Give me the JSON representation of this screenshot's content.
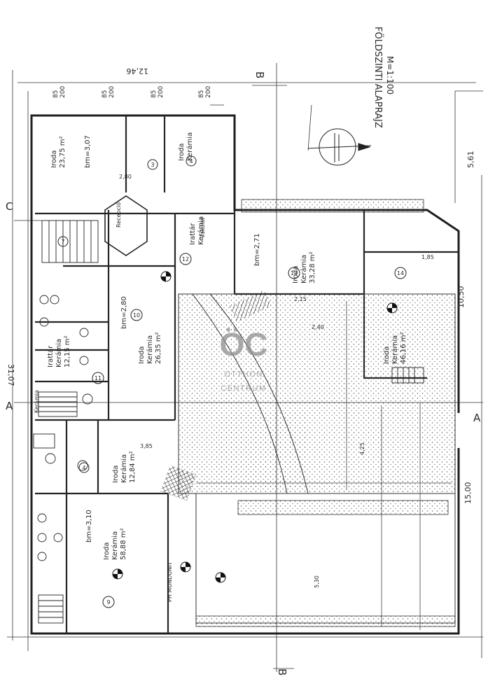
{
  "drawing": {
    "title": "FÖLDSZINTI ALAPRAJZ",
    "scale": "M=1:100",
    "overall_dims": {
      "width": "12,46",
      "length": "31,07",
      "right_length": "15,00",
      "right_width": "10,50",
      "right_total": "5,61"
    },
    "section_marks": [
      "A",
      "A",
      "B",
      "B",
      "C"
    ],
    "wall_dims_top": [
      "85",
      "200",
      "85",
      "200",
      "85",
      "200",
      "85",
      "200"
    ],
    "rooms": [
      {
        "num": "1",
        "name": "Iroda",
        "floor": "",
        "area": "23,75 m²",
        "extra": "bm=3,07"
      },
      {
        "num": "3",
        "name": "",
        "floor": "",
        "area": "",
        "extra": ""
      },
      {
        "num": "4",
        "name": "Iroda",
        "floor": "Kerámia",
        "area": "",
        "extra": ""
      },
      {
        "num": "7",
        "name": "",
        "floor": "",
        "area": "",
        "extra": ""
      },
      {
        "num": "10",
        "name": "Iroda",
        "floor": "Kerámia",
        "area": "26,35 m²",
        "extra": "bm=2,80"
      },
      {
        "num": "11",
        "name": "Irattár",
        "floor": "Kerámia",
        "area": "12,15 m²",
        "extra": ""
      },
      {
        "num": "12",
        "name": "Irattár",
        "floor": "Kerámia",
        "area": "",
        "extra": ""
      },
      {
        "num": "13",
        "name": "Iroda",
        "floor": "Kerámia",
        "area": "33,28 m²",
        "extra": "bm=2,71"
      },
      {
        "num": "14",
        "name": "Iroda",
        "floor": "Kerámia",
        "area": "46,16 m²",
        "extra": ""
      },
      {
        "num": "4",
        "name": "Iroda",
        "floor": "Kerámia",
        "area": "12,84 m²",
        "extra": ""
      },
      {
        "num": "9",
        "name": "Iroda",
        "floor": "Kerámia",
        "area": "58,88 m²",
        "extra": "bm=3,10"
      },
      {
        "num": "",
        "name": "Kerámia",
        "floor": "",
        "area": "",
        "extra": ""
      }
    ],
    "annotations": [
      "PH MUNDUNIT",
      "Recepció",
      "Vakolat",
      "2,80",
      "3,85",
      "5,30",
      "4,25",
      "2,40",
      "2,15",
      "1,85"
    ],
    "watermark": {
      "logo": "ÖC",
      "line1": "OTTHON",
      "line2": "CENTRUM"
    }
  }
}
